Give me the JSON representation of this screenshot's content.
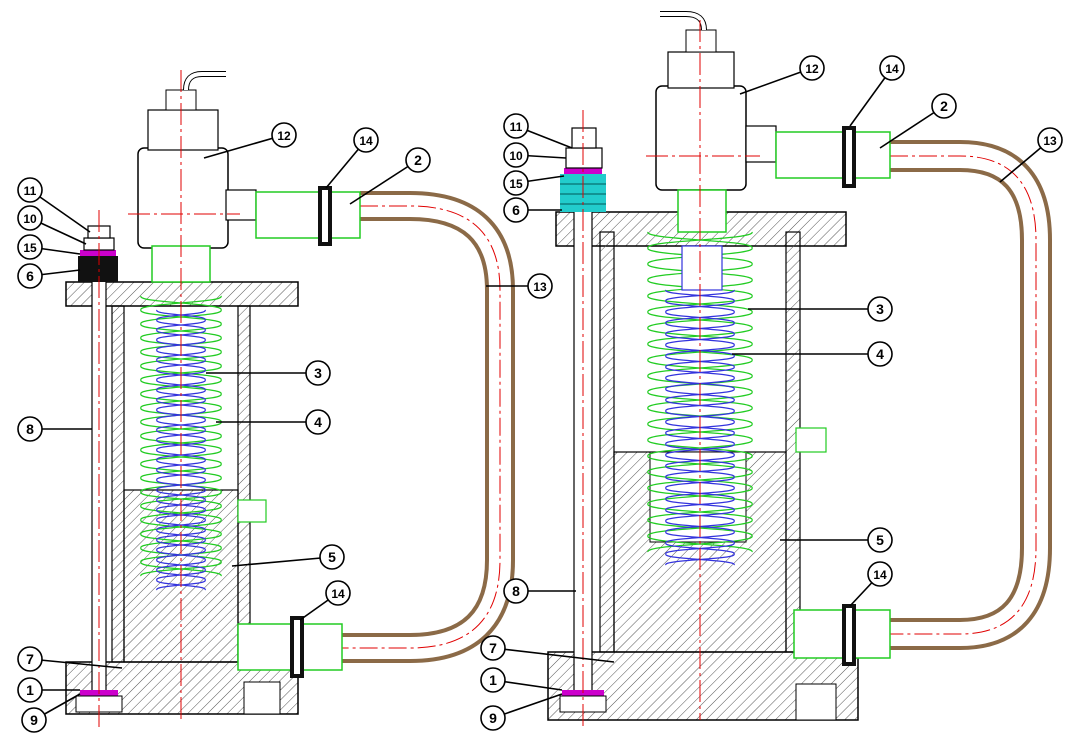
{
  "views": [
    {
      "name": "left-view",
      "callouts": [
        {
          "num": "1",
          "target": "washer"
        },
        {
          "num": "2",
          "target": "fitting"
        },
        {
          "num": "3",
          "target": "outer-spring"
        },
        {
          "num": "4",
          "target": "inner-spring"
        },
        {
          "num": "5",
          "target": "piston"
        },
        {
          "num": "6",
          "target": "stop-block"
        },
        {
          "num": "7",
          "target": "rod-seat"
        },
        {
          "num": "8",
          "target": "guide-rod"
        },
        {
          "num": "9",
          "target": "bottom-seal"
        },
        {
          "num": "10",
          "target": "nut"
        },
        {
          "num": "11",
          "target": "rod-head"
        },
        {
          "num": "12",
          "target": "valve"
        },
        {
          "num": "13",
          "target": "hose"
        },
        {
          "num": "14",
          "target": "clamp"
        },
        {
          "num": "15",
          "target": "seal-ring"
        }
      ]
    },
    {
      "name": "right-view",
      "callouts": [
        {
          "num": "1",
          "target": "washer"
        },
        {
          "num": "2",
          "target": "fitting"
        },
        {
          "num": "3",
          "target": "outer-spring"
        },
        {
          "num": "4",
          "target": "inner-spring"
        },
        {
          "num": "5",
          "target": "piston"
        },
        {
          "num": "6",
          "target": "stop-block"
        },
        {
          "num": "7",
          "target": "rod-seat"
        },
        {
          "num": "8",
          "target": "guide-rod"
        },
        {
          "num": "9",
          "target": "bottom-seal"
        },
        {
          "num": "10",
          "target": "nut"
        },
        {
          "num": "11",
          "target": "rod-head"
        },
        {
          "num": "12",
          "target": "valve"
        },
        {
          "num": "13",
          "target": "hose"
        },
        {
          "num": "14",
          "target": "clamp"
        },
        {
          "num": "14",
          "target": "clamp-lower"
        },
        {
          "num": "15",
          "target": "seal-ring"
        }
      ]
    }
  ],
  "left_extra": {
    "num": "14",
    "target": "clamp-lower"
  },
  "colors": {
    "outline": "#000000",
    "centerline": "#e00000",
    "outer_spring": "#22cc22",
    "inner_spring": "#3333dd",
    "hose": "#8b6a47",
    "seal_ring": "#cc00cc",
    "stop_block_dark": "#111111",
    "stop_block_cyan": "#22cccc",
    "hatch": "#555555"
  }
}
